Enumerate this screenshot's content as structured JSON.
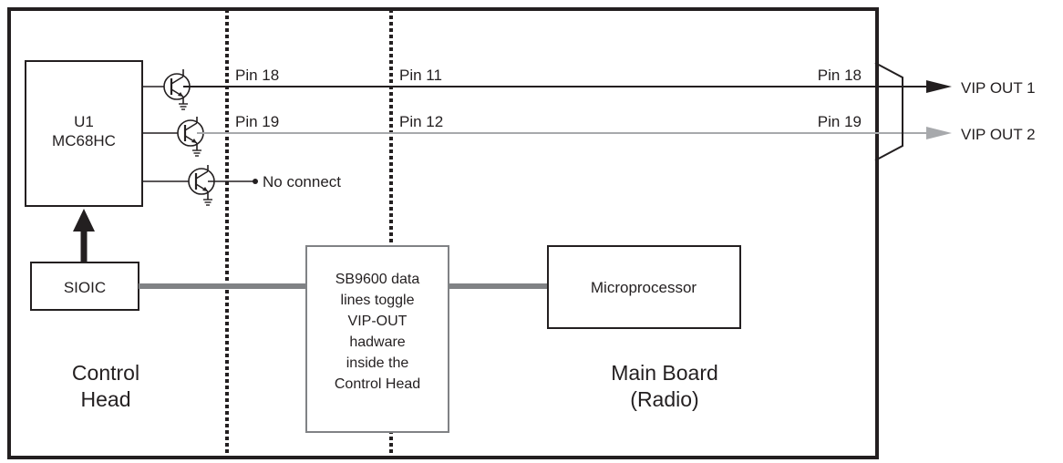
{
  "u1": {
    "line1": "U1",
    "line2": "MC68HC"
  },
  "sioic": "SIOIC",
  "control_head": {
    "line1": "Control",
    "line2": "Head"
  },
  "main_board": {
    "line1": "Main Board",
    "line2": "(Radio)"
  },
  "microprocessor": "Microprocessor",
  "sb9600_box": {
    "lines": [
      "SB9600 data",
      "lines toggle",
      "VIP-OUT",
      "hadware",
      "inside the",
      "Control Head"
    ]
  },
  "pins": {
    "left_top": "Pin 18",
    "left_bottom": "Pin 19",
    "mid_top": "Pin 11",
    "mid_bottom": "Pin 12",
    "right_top": "Pin 18",
    "right_bottom": "Pin 19"
  },
  "no_connect": "No connect",
  "outputs": {
    "out1": "VIP OUT 1",
    "out2": "VIP OUT 2"
  },
  "colors": {
    "line_dark": "#231f20",
    "line_gray": "#a7a9ac",
    "bus_gray": "#808285",
    "box_border_gray": "#808285"
  }
}
